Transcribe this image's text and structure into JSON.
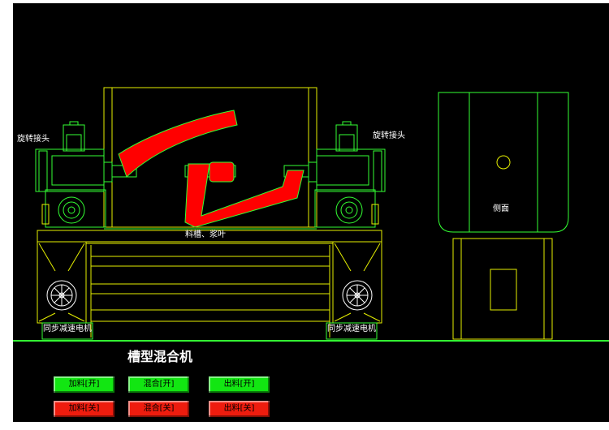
{
  "labels": {
    "rotary_joint_left": "旋转接头",
    "rotary_joint_right": "旋转接头",
    "trough_blade": "料槽、浆叶",
    "side_view": "侧面",
    "motor_left": "同步减速电机",
    "motor_right": "同步减速电机"
  },
  "panel": {
    "title": "槽型混合机",
    "buttons": {
      "feed_on": "加料[开]",
      "mix_on": "混合[开]",
      "discharge_on": "出料[开]",
      "feed_off": "加料[关]",
      "mix_off": "混合[关]",
      "discharge_off": "出料[关]"
    }
  },
  "colors": {
    "background": "#000000",
    "line_yellow": "#e6f000",
    "line_green": "#33ff33",
    "blade_red": "#ff0000",
    "button_on": "#12e612",
    "button_off": "#ee1c0e"
  }
}
